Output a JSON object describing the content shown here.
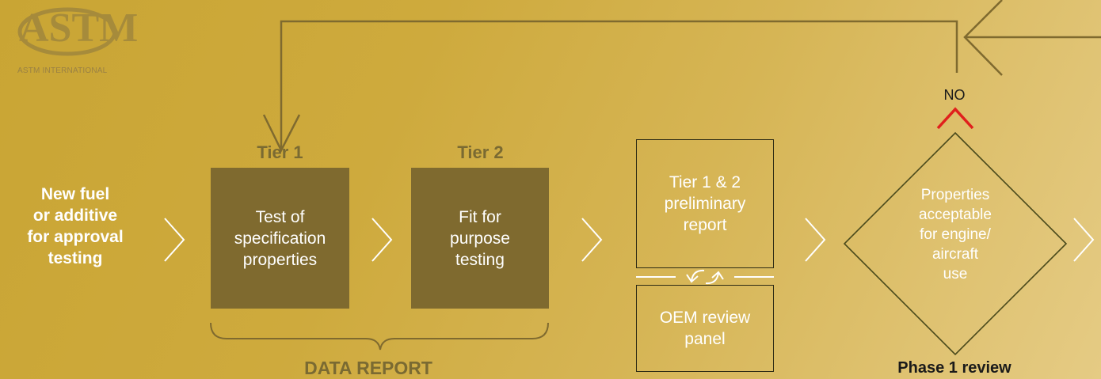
{
  "logo": {
    "wordmark": "ASTM",
    "caption": "ASTM INTERNATIONAL"
  },
  "intro": {
    "lines": [
      "New fuel",
      "or additive",
      "for approval",
      "testing"
    ]
  },
  "tier1": {
    "label": "Tier 1",
    "box_lines": [
      "Test of",
      "specification",
      "properties"
    ]
  },
  "tier2": {
    "label": "Tier 2",
    "box_lines": [
      "Fit for",
      "purpose",
      "testing"
    ]
  },
  "group_label": "DATA REPORT",
  "preliminary": {
    "lines": [
      "Tier 1 & 2",
      "preliminary",
      "report"
    ]
  },
  "oem": {
    "lines": [
      "OEM review",
      "panel"
    ]
  },
  "decision": {
    "lines": [
      "Properties",
      "acceptable",
      "for engine/",
      "aircraft",
      "use"
    ],
    "no_label": "NO",
    "phase_label": "Phase 1 review"
  },
  "colors": {
    "background": "#cfac40",
    "box_fill": "#7f6a2f",
    "tier_label": "#7a6a32",
    "outline": "#2c2a14",
    "no_arrow": "#e0201c",
    "diamond_stroke": "#4a4a1c"
  },
  "icons": [
    "next-chevron-icon",
    "sync-arrows-icon",
    "return-arrow-icon"
  ]
}
